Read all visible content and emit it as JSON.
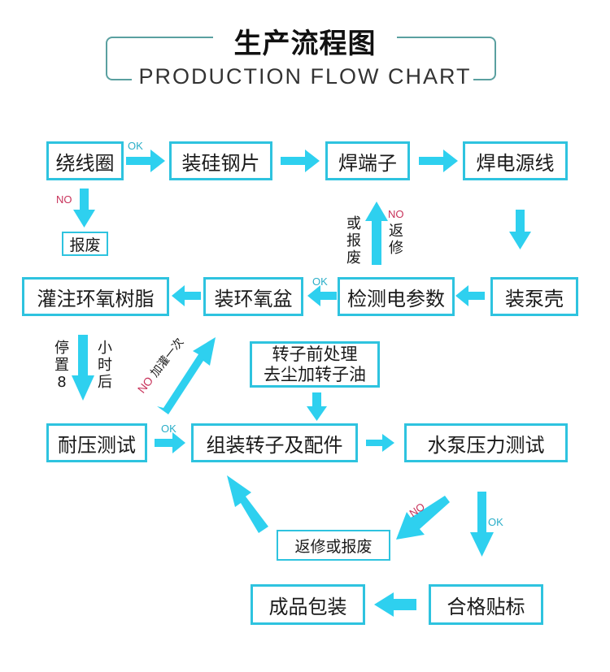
{
  "header": {
    "title_cn": "生产流程图",
    "title_en": "PRODUCTION FLOW CHART"
  },
  "colors": {
    "arrow": "#2ed0ef",
    "box_border": "#2ec3df",
    "frame": "#5aa0a0",
    "ok_label": "#2aaec8",
    "no_label": "#c8325a"
  },
  "steps": {
    "winding": "绕线圈",
    "scrap1": "报废",
    "silicon_steel": "装硅钢片",
    "solder_terminal": "焊端子",
    "solder_power_line": "焊电源线",
    "pump_housing": "装泵壳",
    "test_electrical": "检测电参数",
    "epoxy_basin": "装环氧盆",
    "epoxy_pour": "灌注环氧树脂",
    "pressure_test": "耐压测试",
    "rotor_pre_1": "转子前处理",
    "rotor_pre_2": "去尘加转子油",
    "assemble_rotor": "组装转子及配件",
    "pump_pressure_test": "水泵压力测试",
    "rework_scrap": "返修或报废",
    "qualified_label": "合格贴标",
    "final_pack": "成品包装"
  },
  "labels": {
    "ok": "OK",
    "no": "NO",
    "or_scrap": [
      "或",
      "报",
      "废"
    ],
    "rework": [
      "返",
      "修"
    ],
    "rest": [
      "停",
      "置",
      "8"
    ],
    "hours_after": [
      "小",
      "时",
      "后"
    ],
    "refill_once": "加灌一次"
  }
}
